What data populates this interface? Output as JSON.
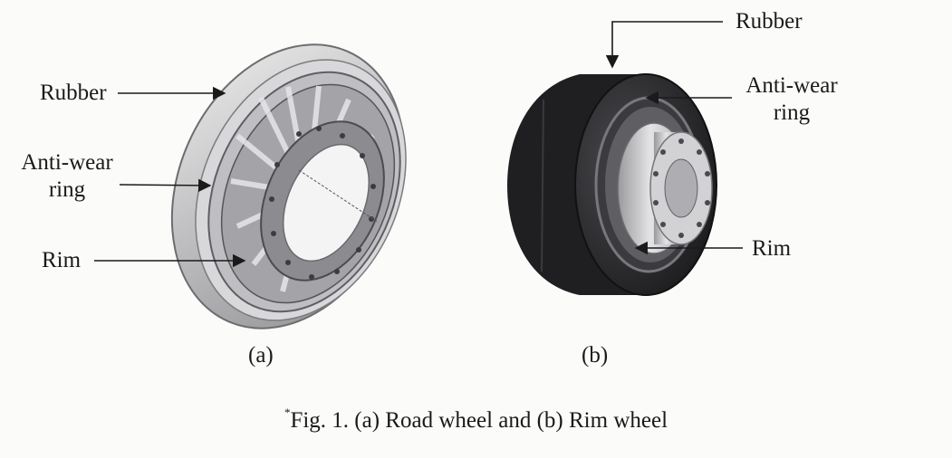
{
  "top_fragment": "",
  "panel_a": {
    "labels": {
      "rubber": "Rubber",
      "antiwear_line1": "Anti-wear",
      "antiwear_line2": "ring",
      "rim": "Rim"
    },
    "tag": "(a)"
  },
  "panel_b": {
    "labels": {
      "rubber": "Rubber",
      "antiwear_line1": "Anti-wear",
      "antiwear_line2": "ring",
      "rim": "Rim"
    },
    "tag": "(b)"
  },
  "caption": {
    "marker": "*",
    "text": "Fig. 1. (a) Road wheel and (b) Rim wheel"
  },
  "icons": [
    "road-wheel-image",
    "rim-wheel-image",
    "arrow-icon"
  ],
  "colors": {
    "background": "#fbfbf9",
    "text": "#1a1a1a",
    "rubber_dark": "#2a2a2c",
    "metal_light": "#c9c9cc",
    "metal_mid": "#8e8e93"
  }
}
